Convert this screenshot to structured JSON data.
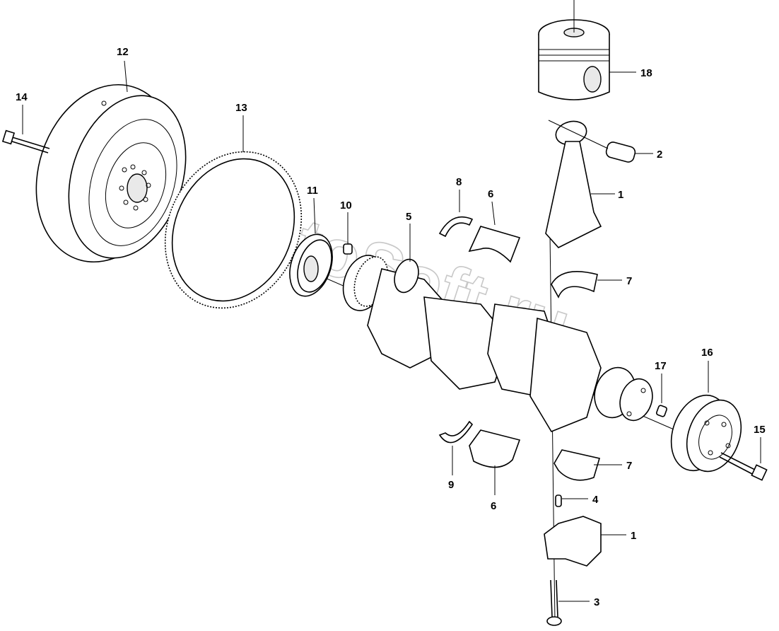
{
  "watermark": "AutoSoft.ru",
  "callouts": [
    {
      "id": "c1a",
      "label": "1"
    },
    {
      "id": "c1b",
      "label": "1"
    },
    {
      "id": "c2",
      "label": "2"
    },
    {
      "id": "c3",
      "label": "3"
    },
    {
      "id": "c4",
      "label": "4"
    },
    {
      "id": "c5",
      "label": "5"
    },
    {
      "id": "c6a",
      "label": "6"
    },
    {
      "id": "c6b",
      "label": "6"
    },
    {
      "id": "c7a",
      "label": "7"
    },
    {
      "id": "c7b",
      "label": "7"
    },
    {
      "id": "c8",
      "label": "8"
    },
    {
      "id": "c9",
      "label": "9"
    },
    {
      "id": "c10",
      "label": "10"
    },
    {
      "id": "c11",
      "label": "11"
    },
    {
      "id": "c12",
      "label": "12"
    },
    {
      "id": "c13",
      "label": "13"
    },
    {
      "id": "c14",
      "label": "14"
    },
    {
      "id": "c15",
      "label": "15"
    },
    {
      "id": "c16",
      "label": "16"
    },
    {
      "id": "c17",
      "label": "17"
    },
    {
      "id": "c18",
      "label": "18"
    }
  ]
}
